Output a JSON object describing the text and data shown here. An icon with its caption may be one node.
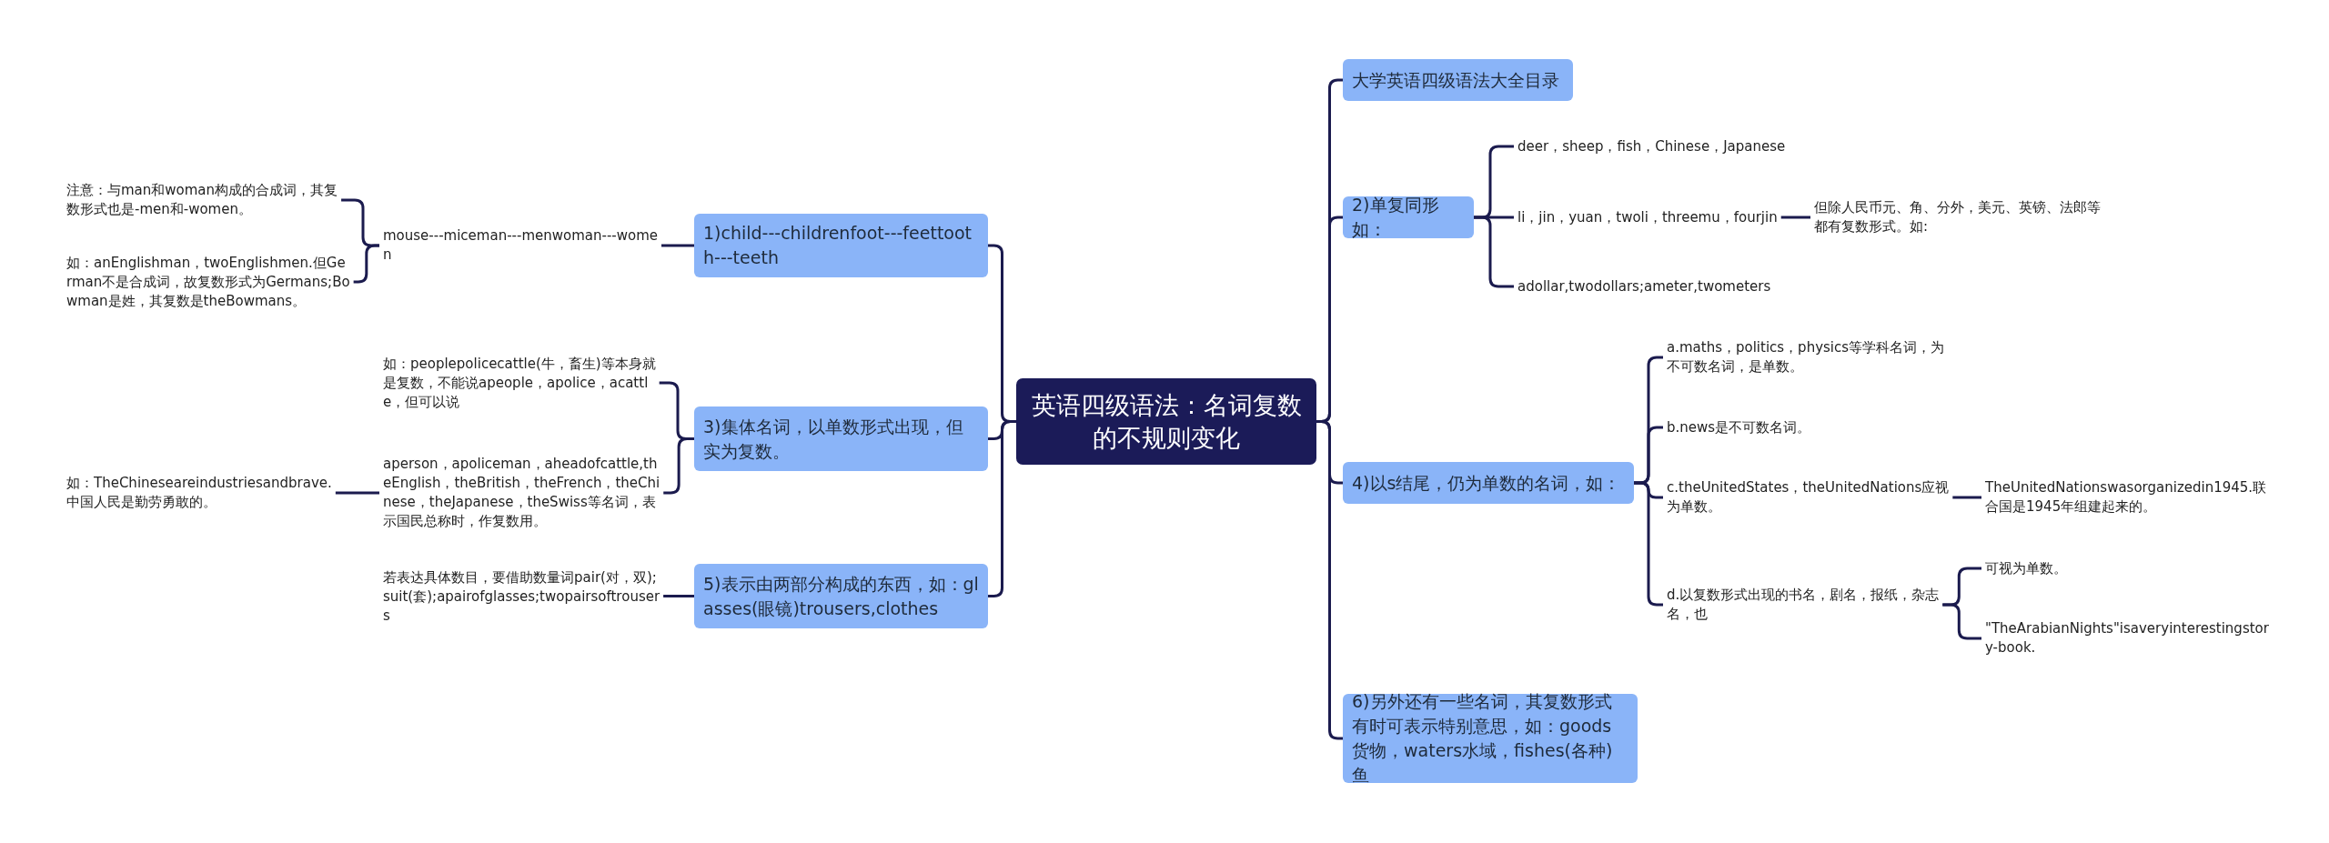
{
  "diagram": {
    "nodes": [
      {
        "text": [
          "英语四级语法：名词复数的不规则变化"
        ]
      },
      {
        "text": [
          "大学英语四级语法大全目录"
        ]
      },
      {
        "text": [
          "2)单复同形如："
        ]
      },
      {
        "text": [
          "deer，sheep，fish，Chinese，Japanese"
        ]
      },
      {
        "text": [
          "li，jin，yuan，twoli，threemu，fourjin"
        ]
      },
      {
        "text": [
          "但除人民币元、角、分外，美元、英镑、法郎等都有复数形式。如:"
        ]
      },
      {
        "text": [
          "adollar,twodollars;ameter,twometers"
        ]
      },
      {
        "text": [
          "4)以s结尾，仍为单数的名词，如："
        ]
      },
      {
        "text": [
          "a.maths，politics，physics等学科名词，为不可数名词，是单数。"
        ]
      },
      {
        "text": [
          "b.news是不可数名词。"
        ]
      },
      {
        "text": [
          "c.theUnitedStates，theUnitedNations应视为单数。"
        ]
      },
      {
        "text": [
          "TheUnitedNationswasorganizedin1945.联合国是1945年组建起来的。"
        ]
      },
      {
        "text": [
          "d.以复数形式出现的书名，剧名，报纸，杂志名，也"
        ]
      },
      {
        "text": [
          "可视为单数。"
        ]
      },
      {
        "text": [
          "\"TheArabianNights\"isaveryinterestingstory-book."
        ]
      },
      {
        "text": [
          "6)另外还有一些名词，其复数形式有时可表示特别意思，如：goods货物，waters水域，fishes(各种)鱼"
        ]
      },
      {
        "text": [
          "1)child---childrenfoot---feettooth---teeth"
        ]
      },
      {
        "text": [
          "mouse---miceman---menwoman---women"
        ]
      },
      {
        "text": [
          "注意：与man和woman构成的合成词，其复数形式也是-men和-women。"
        ]
      },
      {
        "text": [
          "如：anEnglishman，twoEnglishmen.但German不是合成词，故复数形式为Germans;Bowman是姓，其复数是theBowmans。"
        ]
      },
      {
        "text": [
          "3)集体名词，以单数形式出现，但实为复数。"
        ]
      },
      {
        "text": [
          "如：peoplepolicecattle(牛，畜生)等本身就是复数，不能说apeople，apolice，acattle，但可以说"
        ]
      },
      {
        "text": [
          "aperson，apoliceman，aheadofcattle,theEnglish，theBritish，theFrench，theChinese，theJapanese，theSwiss等名词，表示国民总称时，作复数用。"
        ]
      },
      {
        "text": [
          "如：TheChineseareindustriesandbrave.中国人民是勤劳勇敢的。"
        ]
      },
      {
        "text": [
          "5)表示由两部分构成的东西，如：glasses(眼镜)trousers,clothes"
        ]
      },
      {
        "text": [
          "若表达具体数目，要借助数量词pair(对，双);suit(套);apairofglasses;twopairsoftrousers"
        ]
      }
    ],
    "edges": [
      {
        "from": 0,
        "to": 1,
        "arrow": "none"
      },
      {
        "from": 0,
        "to": 2,
        "arrow": "none"
      },
      {
        "from": 2,
        "to": 3,
        "arrow": "none"
      },
      {
        "from": 2,
        "to": 4,
        "arrow": "none"
      },
      {
        "from": 4,
        "to": 5,
        "arrow": "none"
      },
      {
        "from": 2,
        "to": 6,
        "arrow": "none"
      },
      {
        "from": 0,
        "to": 7,
        "arrow": "none"
      },
      {
        "from": 7,
        "to": 8,
        "arrow": "none"
      },
      {
        "from": 7,
        "to": 9,
        "arrow": "none"
      },
      {
        "from": 7,
        "to": 10,
        "arrow": "none"
      },
      {
        "from": 10,
        "to": 11,
        "arrow": "none"
      },
      {
        "from": 7,
        "to": 12,
        "arrow": "none"
      },
      {
        "from": 12,
        "to": 13,
        "arrow": "none"
      },
      {
        "from": 12,
        "to": 14,
        "arrow": "none"
      },
      {
        "from": 0,
        "to": 15,
        "arrow": "none"
      },
      {
        "from": 0,
        "to": 16,
        "arrow": "none"
      },
      {
        "from": 16,
        "to": 17,
        "arrow": "none"
      },
      {
        "from": 17,
        "to": 18,
        "arrow": "none"
      },
      {
        "from": 17,
        "to": 19,
        "arrow": "none"
      },
      {
        "from": 0,
        "to": 20,
        "arrow": "none"
      },
      {
        "from": 20,
        "to": 21,
        "arrow": "none"
      },
      {
        "from": 20,
        "to": 22,
        "arrow": "none"
      },
      {
        "from": 22,
        "to": 23,
        "arrow": "none"
      },
      {
        "from": 0,
        "to": 24,
        "arrow": "none"
      },
      {
        "from": 24,
        "to": 25,
        "arrow": "none"
      }
    ]
  }
}
